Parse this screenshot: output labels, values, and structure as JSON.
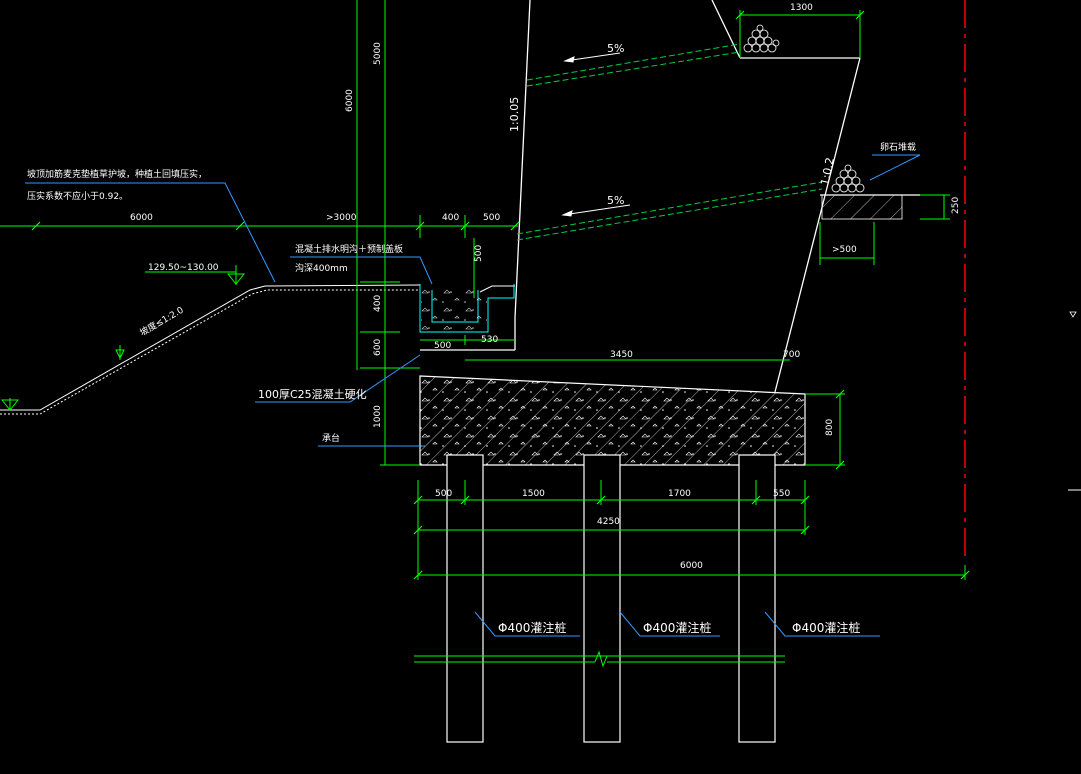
{
  "colors": {
    "background": "#000000",
    "dimension": "#00ff00",
    "outline": "#ffffff",
    "leader": "#3399ff",
    "slope_line": "#00cc44",
    "axis": "#ff0000"
  },
  "dims": {
    "top_1300": "1300",
    "v_5000": "5000",
    "v_6000": "6000",
    "h_6000_left": "6000",
    "h_gt3000": ">3000",
    "h_400": "400",
    "h_500_top": "500",
    "v_500": "500",
    "v_400": "400",
    "v_600": "600",
    "v_1000": "1000",
    "h_500_drain": "500",
    "h_530": "530",
    "h_3450": "3450",
    "h_700": "700",
    "v_800": "800",
    "v_250": "250",
    "h_gt500": ">500",
    "pile_500": "500",
    "pile_1500": "1500",
    "pile_1700": "1700",
    "pile_550": "550",
    "total_4250": "4250",
    "total_6000": "6000"
  },
  "slopes": {
    "upper_grade": "5%",
    "lower_grade": "5%",
    "wall_ratio": "1:0.05",
    "back_ratio": "1:0.2",
    "embankment": "坡度≤1:2.0"
  },
  "annotations": {
    "slope_note_line1": "坡顶加筋麦克垫植草护坡，种植土回填压实，",
    "slope_note_line2": "压实系数不应小于0.92。",
    "elevation": "129.50~130.00",
    "drain_note_line1": "混凝土排水明沟＋预制盖板",
    "drain_note_line2": "沟深400mm",
    "concrete_cover": "100厚C25混凝土硬化",
    "cap": "承台",
    "gravel": "卵石堆载",
    "pile_1": "Φ400灌注桩",
    "pile_2": "Φ400灌注桩",
    "pile_3": "Φ400灌注桩"
  }
}
